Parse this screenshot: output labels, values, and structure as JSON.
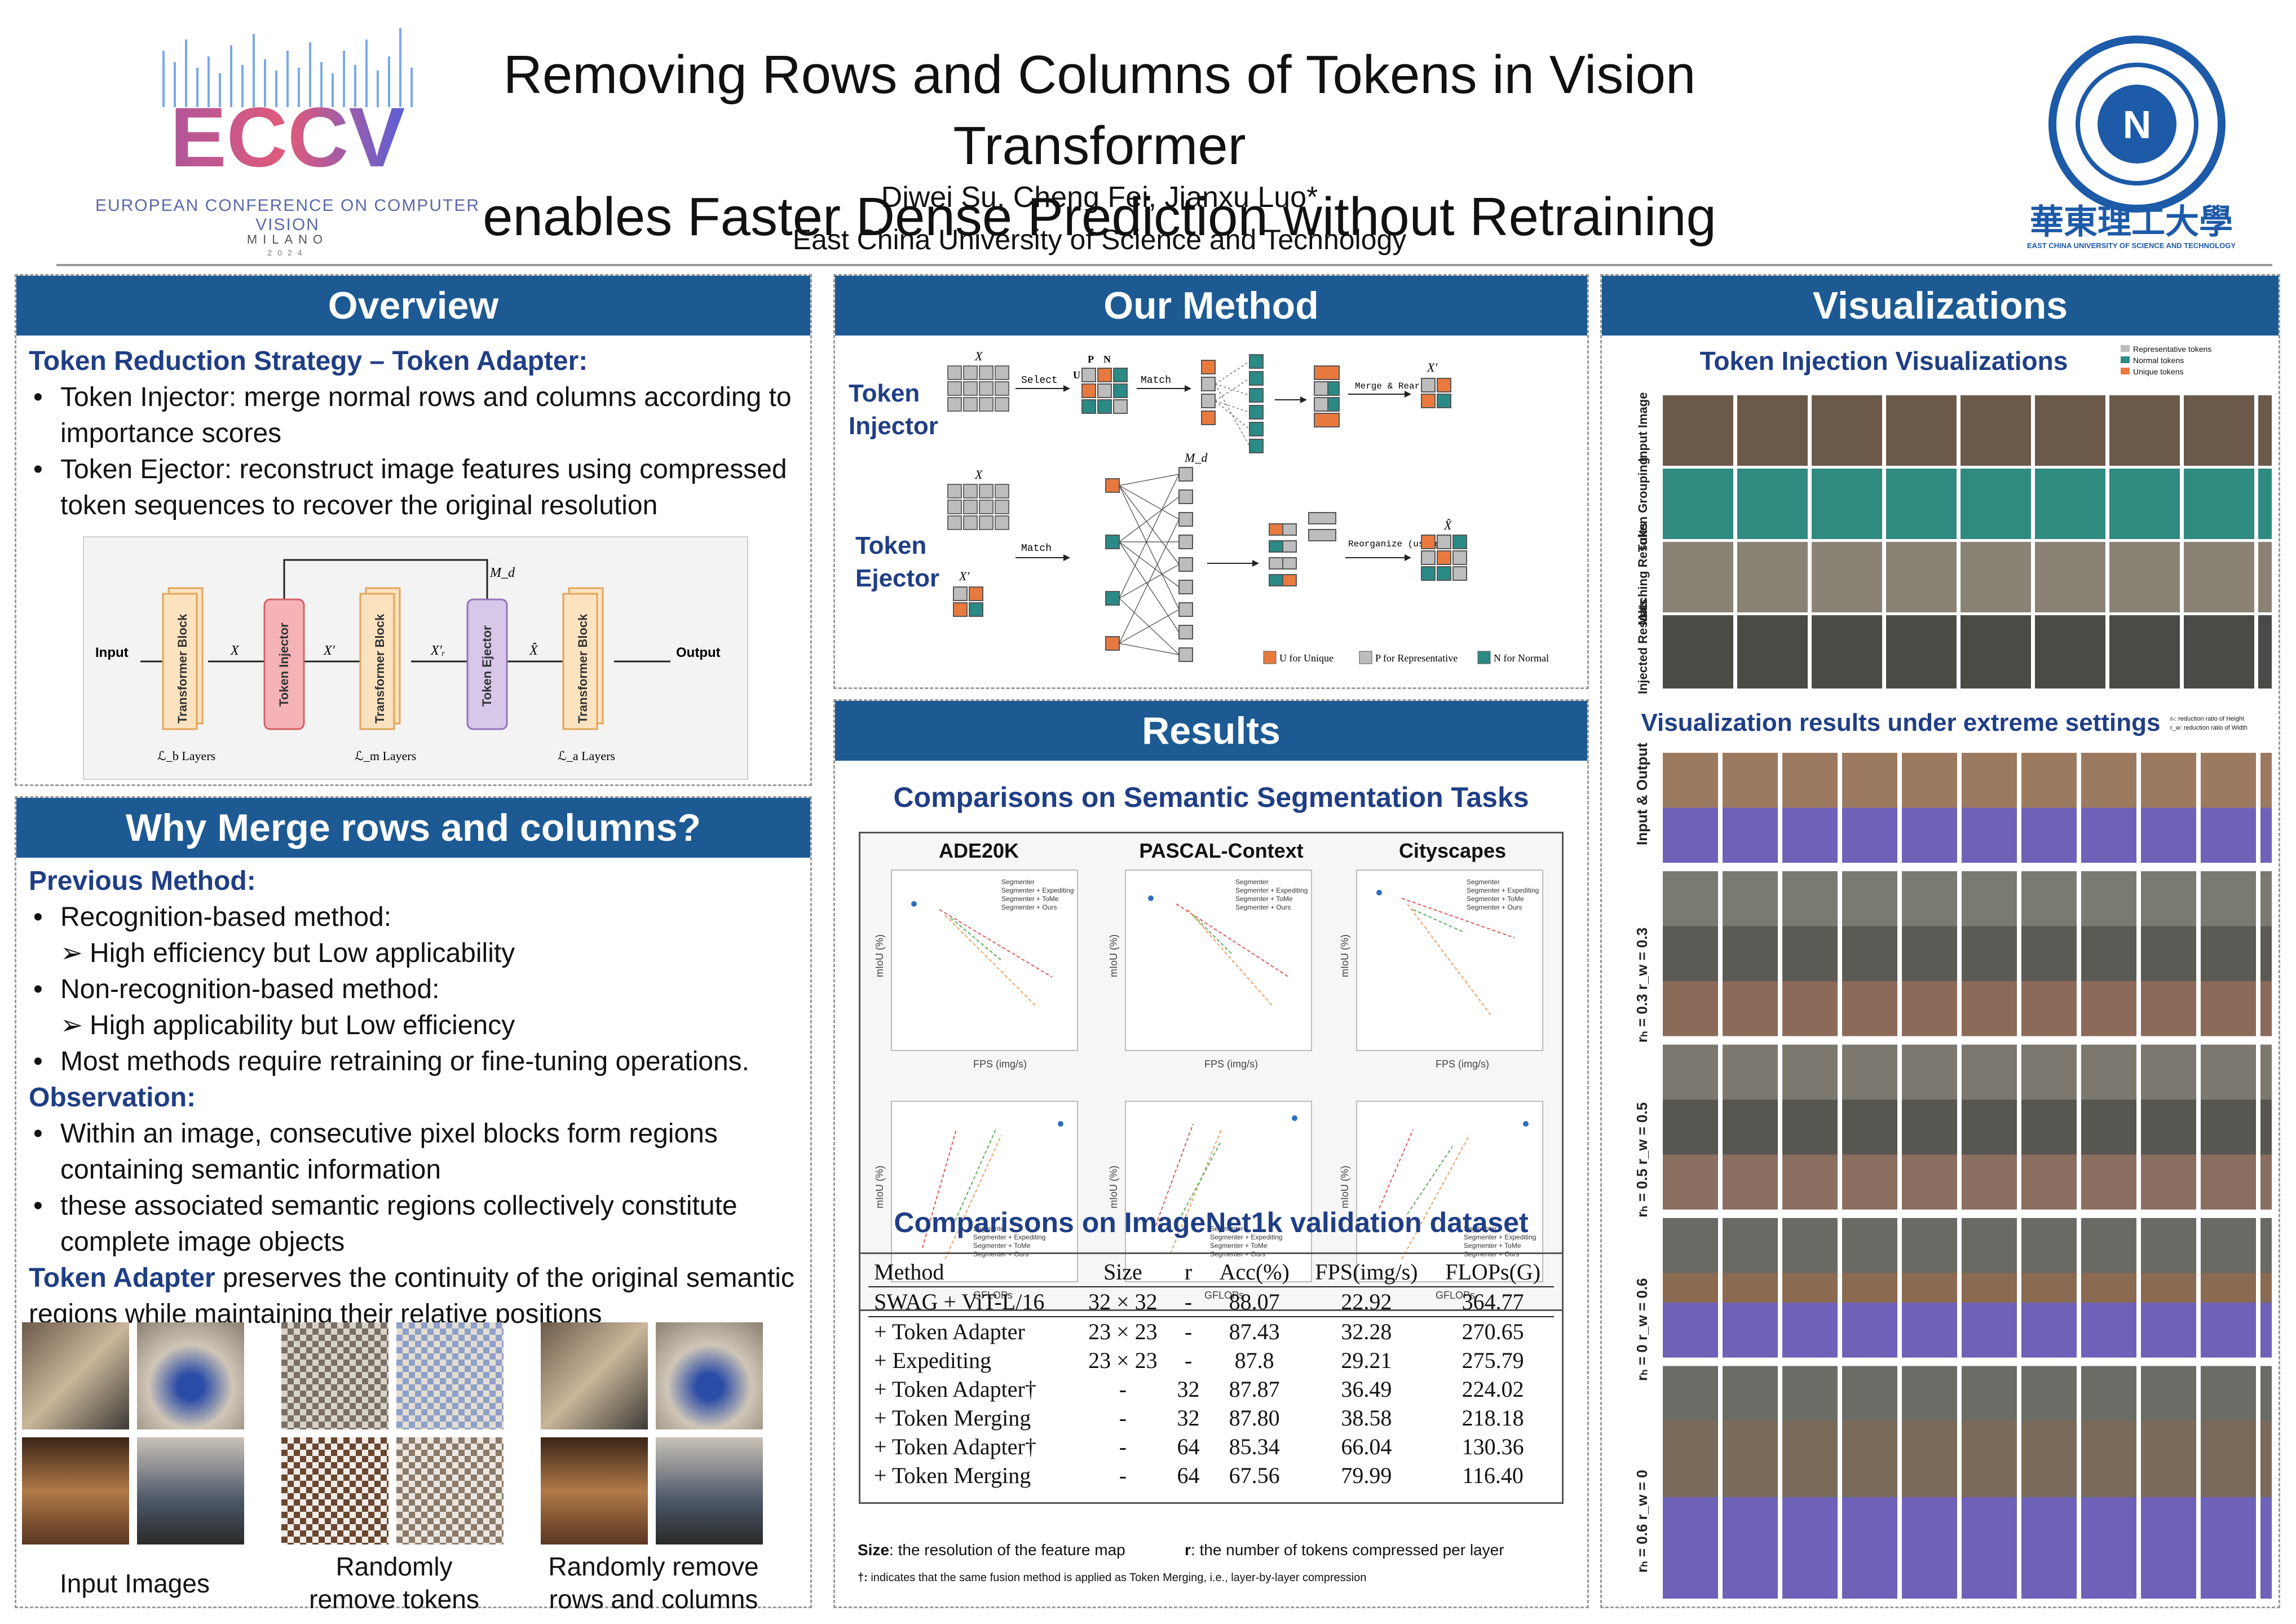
{
  "header": {
    "title_line1": "Removing Rows and Columns of Tokens in Vision Transformer",
    "title_line2": "enables Faster Dense Prediction without Retraining",
    "authors": "Diwei Su, Cheng Fei, Jianxu Luo*",
    "affiliation": "East China University of Science and Technology",
    "conf_logo_text": "ECCV",
    "conf_name": "EUROPEAN CONFERENCE ON COMPUTER VISION",
    "conf_city": "MILANO",
    "conf_year": "2024",
    "univ_logo_cn": "華東理工大學",
    "univ_logo_en": "EAST CHINA UNIVERSITY OF SCIENCE AND TECHNOLOGY",
    "colors": {
      "accent": "#1d5a93",
      "heading": "#1f3e85"
    }
  },
  "overview": {
    "title": "Overview",
    "subhead": "Token Reduction Strategy – Token Adapter:",
    "bullets": [
      "Token Injector: merge normal rows and columns according to importance scores",
      "Token Ejector: reconstruct image features using compressed token sequences to recover the original resolution"
    ],
    "diagram": {
      "input": "Input",
      "output": "Output",
      "block1": "Transformer Block",
      "block2": "Token Injector",
      "block3": "Transformer Block",
      "block4": "Token Ejector",
      "block5": "Transformer Block",
      "x": "X",
      "x_prime": "X′",
      "x_r": "X′ᵣ",
      "x_hat": "X̂",
      "md": "M_d",
      "l1": "ℒ_b   Layers",
      "l2": "ℒ_m   Layers",
      "l3": "ℒ_a   Layers"
    }
  },
  "why": {
    "title": "Why Merge rows and columns?",
    "prev_head": "Previous Method:",
    "b1": "Recognition-based method:",
    "b1a": "High efficiency but Low applicability",
    "b2": "Non-recognition-based method:",
    "b2a": "High applicability but Low efficiency",
    "b3": "Most methods require retraining or fine-tuning operations.",
    "obs_head": "Observation:",
    "o1": "Within an image, consecutive pixel blocks form regions containing semantic information",
    "o2": "these associated semantic regions collectively constitute complete image objects",
    "adapter_bold": "Token Adapter",
    "adapter_rest": " preserves the continuity of the original semantic regions while maintaining their relative positions",
    "cap1": "Input Images",
    "cap2": "Randomly remove tokens",
    "cap3": "Randomly remove rows and columns"
  },
  "method": {
    "title": "Our Method",
    "injector_label": "Token Injector",
    "ejector_label": "Token Ejector",
    "select": "Select",
    "match": "Match",
    "match2": "Match",
    "merge": "Merge & Rearrange",
    "reorganize": "Reorganize (using X′ᵣ)",
    "x": "X",
    "x_prime": "X′",
    "x_prime2": "X′",
    "x2": "X",
    "x_hat": "X̂",
    "md": "M_d",
    "p": "P",
    "u": "U",
    "n": "N",
    "legend_u": "U for Unique",
    "legend_p": "P for Representative",
    "legend_n": "N for Normal",
    "colors": {
      "unique": "#e87a3f",
      "rep": "#bdbdbd",
      "normal": "#2a8a85"
    }
  },
  "results": {
    "title": "Results",
    "seg_title": "Comparisons on Semantic Segmentation Tasks",
    "datasets": [
      "ADE20K",
      "PASCAL-Context",
      "Cityscapes"
    ],
    "legend_items": [
      "Segmenter",
      "Segmenter + Expediting",
      "Segmenter + ToMe",
      "Segmenter + Ours"
    ],
    "fps_label": "FPS (img/s)",
    "gflops_label": "GFLOPs",
    "miou_label": "mIoU (%)",
    "imnet_title": "Comparisons on ImageNet1k validation dataset",
    "table": {
      "headers": [
        "Method",
        "Size",
        "r",
        "Acc(%)",
        "FPS(img/s)",
        "FLOPs(G)"
      ],
      "base": [
        "SWAG + ViT-L/16",
        "32 × 32",
        "-",
        "88.07",
        "22.92",
        "364.77"
      ],
      "rows": [
        [
          "+ Token Adapter",
          "23 × 23",
          "-",
          "87.43",
          "32.28",
          "270.65"
        ],
        [
          "+ Expediting",
          "23 × 23",
          "-",
          "87.8",
          "29.21",
          "275.79"
        ],
        [
          "+ Token Adapter†",
          "-",
          "32",
          "87.87",
          "36.49",
          "224.02"
        ],
        [
          "+ Token Merging",
          "-",
          "32",
          "87.80",
          "38.58",
          "218.18"
        ],
        [
          "+ Token Adapter†",
          "-",
          "64",
          "85.34",
          "66.04",
          "130.36"
        ],
        [
          "+ Token Merging",
          "-",
          "64",
          "67.56",
          "79.99",
          "116.40"
        ]
      ]
    },
    "note_size_bold": "Size",
    "note_size": ": the resolution of the feature map",
    "note_r_bold": "r",
    "note_r": ": the number of tokens compressed per layer",
    "note_dagger_bold": "†:",
    "note_dagger": " indicates that the same fusion method is applied as Token Merging, i.e., layer-by-layer compression"
  },
  "vis": {
    "title": "Visualizations",
    "inj_title": "Token Injection Visualizations",
    "inj_legend": [
      "Representative tokens",
      "Normal tokens",
      "Unique tokens"
    ],
    "row_labels": [
      "Input Image",
      "Token Grouping",
      "Matching Results",
      "Injected Results"
    ],
    "extreme_title": "Visualization results under extreme settings",
    "extreme_legend": [
      "rₕ: reduction ratio of Height",
      "r_w: reduction ratio of Width"
    ],
    "ext_labels": [
      "Input & Output",
      "rₕ = 0.3   r_w = 0.3",
      "rₕ = 0.5   r_w = 0.5",
      "rₕ = 0   r_w = 0.6",
      "rₕ = 0.6   r_w = 0"
    ]
  }
}
